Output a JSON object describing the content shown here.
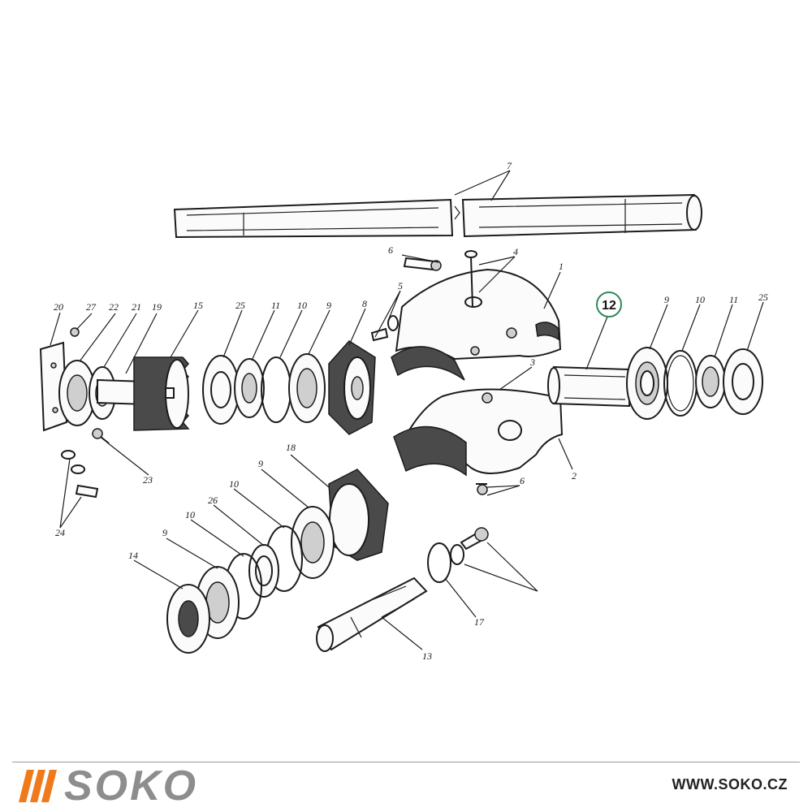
{
  "diagram": {
    "part_labels": [
      "7",
      "6",
      "4",
      "1",
      "5",
      "3",
      "2",
      "6",
      "12",
      "9",
      "10",
      "11",
      "25",
      "20",
      "27",
      "22",
      "21",
      "19",
      "15",
      "25",
      "11",
      "10",
      "9",
      "8",
      "23",
      "24",
      "18",
      "9",
      "10",
      "26",
      "10",
      "9",
      "14",
      "17",
      "13"
    ],
    "highlighted_label": "12"
  },
  "brand": {
    "logo_text": "SOKO",
    "website": "WWW.SOKO.CZ",
    "accent_color": "#f07a1a",
    "text_color": "#8d8d8d"
  }
}
